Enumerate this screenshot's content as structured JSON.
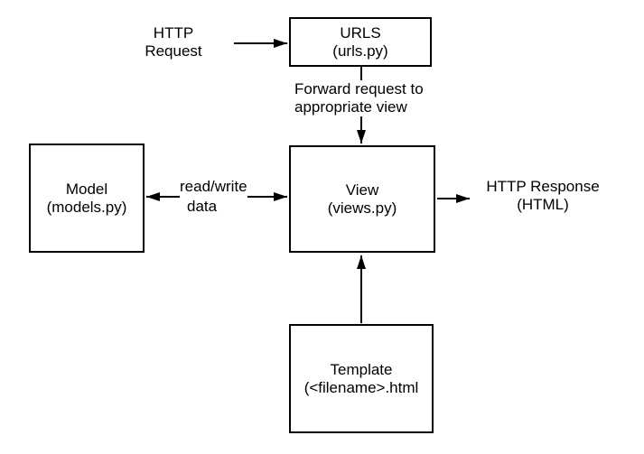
{
  "diagram": {
    "title_semantic": "Django request/response architecture diagram",
    "boxes": {
      "urls": {
        "title": "URLS",
        "subtitle": "(urls.py)"
      },
      "view": {
        "title": "View",
        "subtitle": "(views.py)"
      },
      "model": {
        "title": "Model",
        "subtitle": "(models.py)"
      },
      "template": {
        "title": "Template",
        "subtitle": "(<filename>.html"
      }
    },
    "labels": {
      "http_request": {
        "line1": "HTTP",
        "line2": "Request"
      },
      "forward": {
        "line1": "Forward request to",
        "line2": "appropriate view"
      },
      "read_write": {
        "line1": "read/write",
        "line2": "data"
      },
      "http_response": {
        "line1": "HTTP Response",
        "line2": "(HTML)"
      }
    },
    "colors": {
      "stroke": "#000000",
      "text": "#000000",
      "background": "#ffffff"
    }
  }
}
